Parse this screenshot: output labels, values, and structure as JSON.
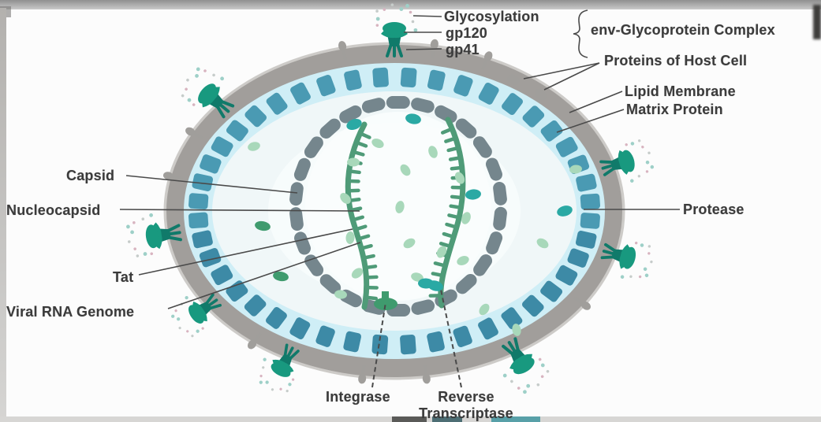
{
  "diagram": {
    "subject": "HIV virion cross-section diagram",
    "labels": {
      "glycosylation": "Glycosylation",
      "gp120": "gp120",
      "gp41": "gp41",
      "env_complex": "env-Glycoprotein Complex",
      "host_proteins": "Proteins of Host Cell",
      "lipid_membrane": "Lipid Membrane",
      "matrix_protein": "Matrix Protein",
      "protease": "Protease",
      "capsid": "Capsid",
      "nucleocapsid": "Nucleocapsid",
      "tat": "Tat",
      "viral_rna": "Viral RNA Genome",
      "integrase": "Integrase",
      "reverse_transcriptase": "Reverse Transcriptase"
    },
    "colors": {
      "membrane_gray": "#a19e9b",
      "membrane_halo": "#c0beba",
      "matrix_blue": "#4a9ab3",
      "matrix_blue_dark": "#3d8aa6",
      "matrix_ring_light": "#cfeef6",
      "interior_tint": "#f0f7f8",
      "interior_core": "#fafdfd",
      "capsid_slate": "#75868d",
      "rna_green": "#4f9b78",
      "nucleoprotein_green": "#a8d8ba",
      "enzyme_dark_green": "#3f9b6e",
      "enzyme_teal": "#2aa9a4",
      "spike_teal": "#18997f",
      "spike_stem": "#107a6a",
      "stub_gray": "#a09e9b",
      "speckle_teal": "#9ed0c8",
      "speckle_pink": "#d8b4c0",
      "label_text": "#3b3b3b",
      "leader_line": "#4a4a4a"
    }
  }
}
